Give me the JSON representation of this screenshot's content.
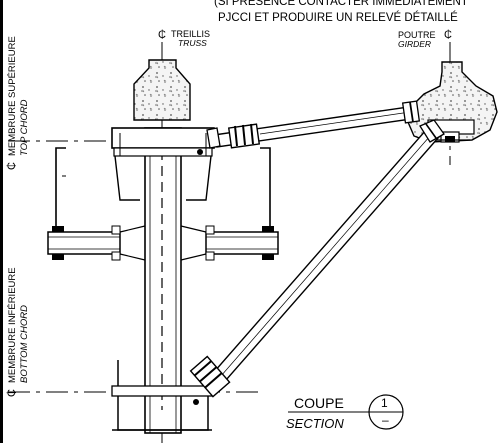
{
  "notes": {
    "line1": "(SI PRÉSENCE CONTACTER IMMÉDIATEMENT",
    "line2": "PJCCI ET PRODUIRE UN RELEVÉ DÉTAILLÉ"
  },
  "truss": {
    "label_fr": "TREILLIS",
    "label_en": "TRUSS"
  },
  "girder": {
    "label_fr": "POUTRE",
    "label_en": "GIRDER"
  },
  "top_chord": {
    "label_fr": "MEMBRURE SUPÉRIEURE",
    "label_en": "TOP CHORD"
  },
  "bottom_chord": {
    "label_fr": "MEMBRURE INFÉRIEURE",
    "label_en": "BOTTOM CHORD"
  },
  "centerline_symbol": "₵",
  "section_tag": {
    "title_fr": "COUPE",
    "title_en": "SECTION",
    "number": "1",
    "sheet": "–"
  }
}
